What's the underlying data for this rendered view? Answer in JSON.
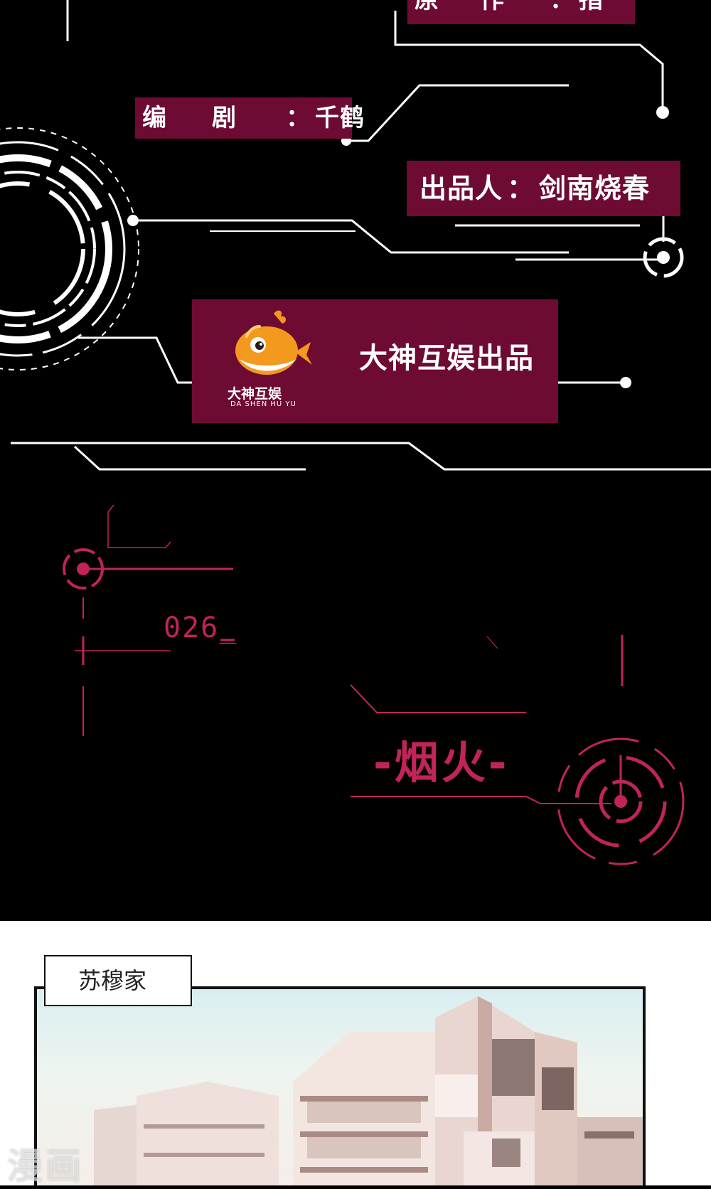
{
  "credits": {
    "author": {
      "role": "原作",
      "separator": "：",
      "name": "指"
    },
    "writer": {
      "role": "编剧",
      "separator": "：",
      "name": "千鹤"
    },
    "producer": {
      "role": "出品人",
      "separator": "：",
      "name": "剑南烧春"
    }
  },
  "studio": {
    "title": "大神互娱出品",
    "logo_text": "大神互娱",
    "logo_romanized": "DA SHEN HU YU",
    "logo_icon": "whale-icon",
    "logo_color": "#f39a1e"
  },
  "chapter": {
    "number": "026_",
    "title": "-烟火-"
  },
  "panel": {
    "location_label": "苏穆家"
  },
  "watermark": {
    "text": "漫画"
  },
  "colors": {
    "background": "#000000",
    "credit_box": "#6d0b32",
    "accent": "#c0245a",
    "line": "#ffffff"
  }
}
